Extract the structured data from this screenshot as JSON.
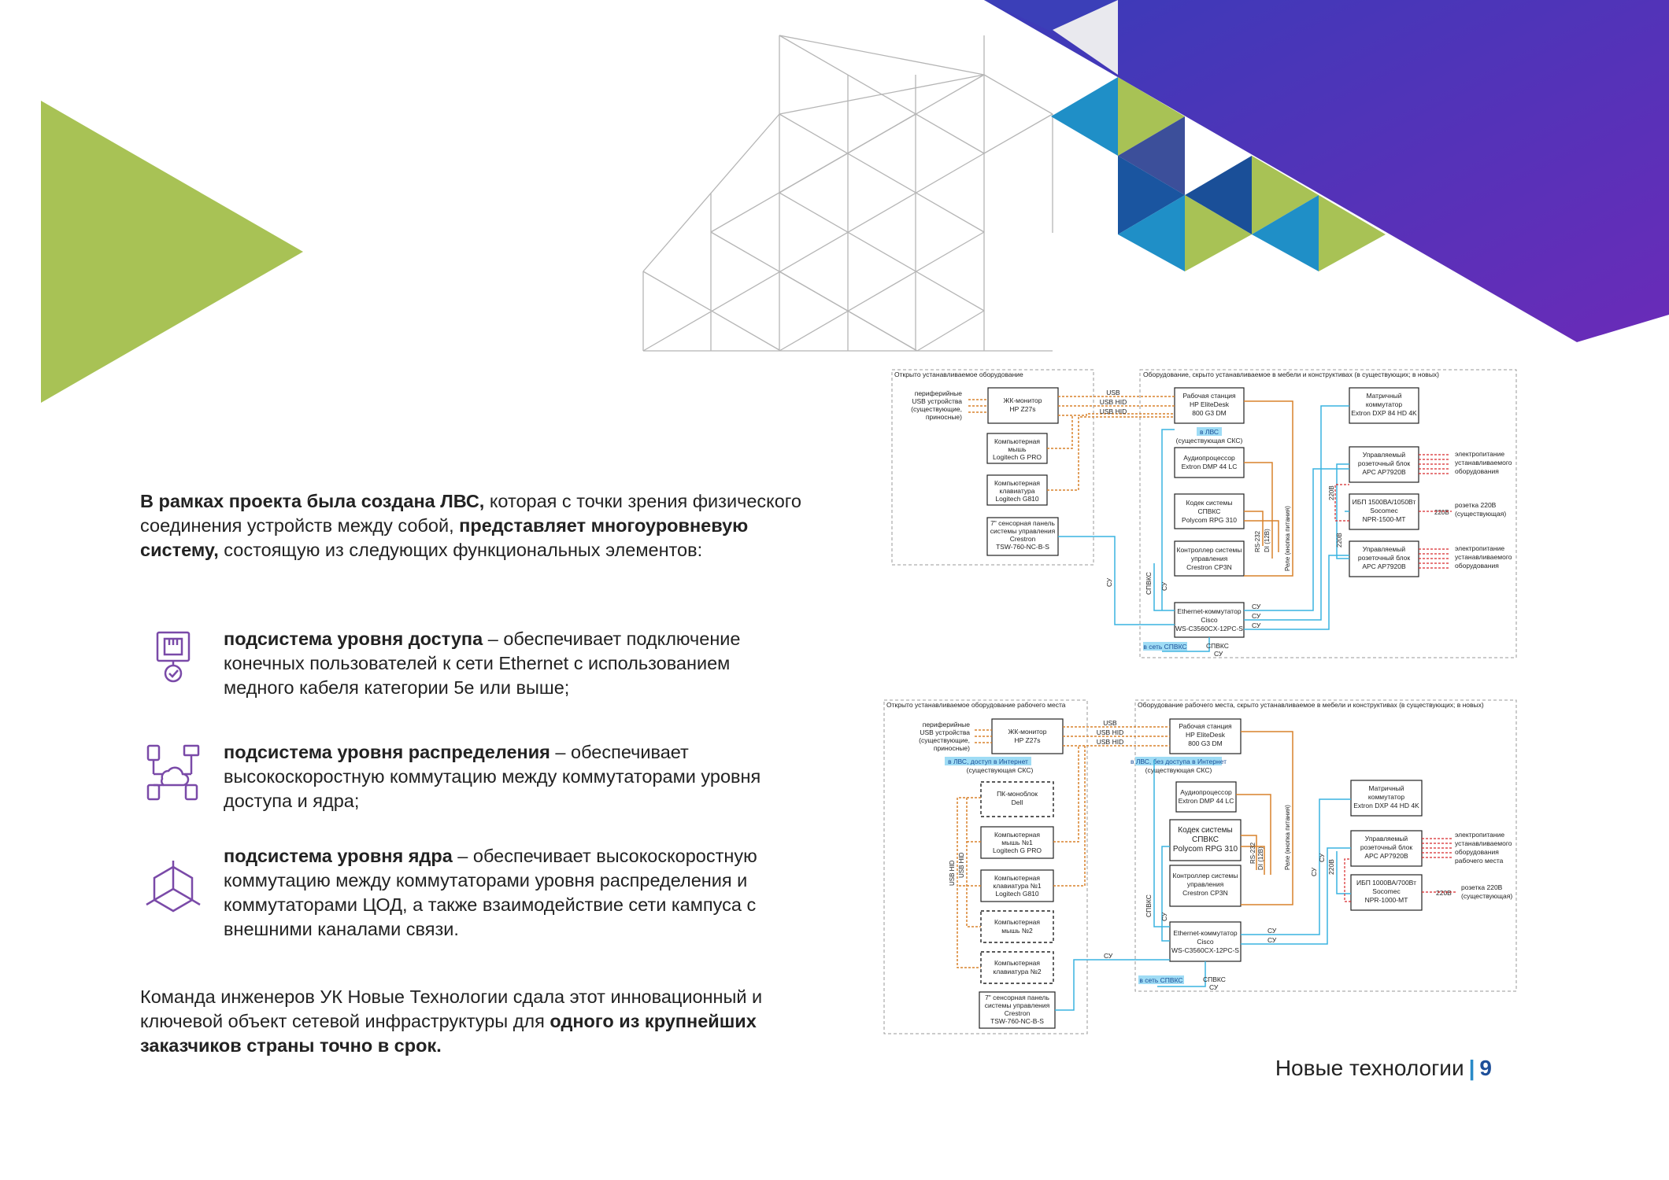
{
  "intro": {
    "lead_bold": "В рамках проекта была создана ЛВС,",
    "text1": " которая с точки зрения физического соединения устройств между собой, ",
    "bold2": "представляет многоуровневую систему,",
    "text2": " состоящую из следующих функциональных элементов:"
  },
  "subsystems": [
    {
      "title": "подсистема уровня доступа",
      "text": " – обеспечивает подключение конечных пользователей к сети Ethernet с использованием медного кабеля категории 5е или выше;",
      "icon": "access-device-icon"
    },
    {
      "title": "подсистема уровня распределения",
      "text": " – обеспечивает высокоскоростную коммутацию между коммутаторами уровня доступа и ядра;",
      "icon": "network-distribution-icon"
    },
    {
      "title": "подсистема уровня ядра",
      "text": " – обеспечивает высокоскоростную коммутацию между коммутаторами уровня распределения и коммутаторами ЦОД, а также взаимодействие сети кампуса с внешними каналами связи.",
      "icon": "core-cube-icon"
    }
  ],
  "outro": {
    "text": "Команда инженеров УК Новые Технологии сдала этот инновационный и ключевой объект сетевой инфраструктуры для ",
    "bold": "одного из крупнейших заказчиков страны точно в срок."
  },
  "footer": {
    "brand": "Новые технологии",
    "separator": "|",
    "page": "9"
  },
  "colors": {
    "green": "#a8c255",
    "purple": "#5b2bb5",
    "blue": "#1f8fc7",
    "navy": "#1a4f98",
    "icon_purple": "#7a4aa8",
    "wire_orange": "#d9822b",
    "wire_blue": "#3ab4e0",
    "wire_red": "#d8282a"
  },
  "diagram1": {
    "left_title": "Открыто устанавливаемое оборудование",
    "right_title": "Оборудование, скрыто устанавливаемое в мебели и конструктивах (в существующих; в новых)",
    "periph": [
      "периферийные",
      "USB устройства",
      "(существующие,",
      "приносные)"
    ],
    "monitor": [
      "ЖК-монитор",
      "HP Z27s"
    ],
    "mouse": [
      "Компьютерная",
      "мышь",
      "Logitech G PRO"
    ],
    "keyboard": [
      "Компьютерная",
      "клавиатура",
      "Logitech G810"
    ],
    "panel": [
      "7\" сенсорная панель",
      "системы управления",
      "Crestron",
      "TSW-760-NC-B-S"
    ],
    "ws": [
      "Рабочая станция",
      "HP EliteDesk",
      "800 G3 DM"
    ],
    "lan_tag": "в ЛВС",
    "lan_sub": "(существующая СКС)",
    "audio": [
      "Аудиопроцессор",
      "Extron DMP 44 LC"
    ],
    "codec": [
      "Кодек системы",
      "СПВКС",
      "Polycom RPG 310"
    ],
    "ctrl": [
      "Контроллер системы",
      "управления",
      "Crestron CP3N"
    ],
    "switch": [
      "Ethernet-коммутатор",
      "Cisco",
      "WS-C3560CX-12PC-S"
    ],
    "matrix": [
      "Матричный",
      "коммутатор",
      "Extron DXP 84 HD 4K"
    ],
    "pdu1": [
      "Управляемый",
      "розеточный блок",
      "APC AP7920B"
    ],
    "ups": [
      "ИБП 1500ВА/1050Вт",
      "Socomec",
      "NPR-1500-MT"
    ],
    "pdu2": [
      "Управляемый",
      "розеточный блок",
      "APC AP7920B"
    ],
    "power_note": [
      "электропитание",
      "устанавливаемого",
      "оборудования"
    ],
    "socket_note": [
      "розетка 220В",
      "(существующая)"
    ],
    "usb": "USB",
    "usb_hid": "USB HID",
    "su": "СУ",
    "spvks": "СПВКС",
    "rs232": "RS-232",
    "di12": "DI (12В)",
    "relay": "Реле (кнопка питания)",
    "v220": "220В",
    "net_spvks": "в сеть СПВКС"
  },
  "diagram2": {
    "left_title": "Открыто устанавливаемое оборудование рабочего места",
    "right_title": "Оборудование рабочего места, скрыто устанавливаемое в мебели и конструктивах (в существующих; в новых)",
    "periph": [
      "периферийные",
      "USB устройства",
      "(существующие,",
      "приносные)"
    ],
    "monitor": [
      "ЖК-монитор",
      "HP Z27s"
    ],
    "lan_left": "в ЛВС, доступ в Интернет",
    "lan_left_sub": "(существующая СКС)",
    "pc": [
      "ПК-моноблок",
      "Dell"
    ],
    "mouse1": [
      "Компьютерная",
      "мышь №1",
      "Logitech G PRO"
    ],
    "kb1": [
      "Компьютерная",
      "клавиатура №1",
      "Logitech G810"
    ],
    "mouse2": [
      "Компьютерная",
      "мышь №2"
    ],
    "kb2": [
      "Компьютерная",
      "клавиатура №2"
    ],
    "panel": [
      "7\" сенсорная панель",
      "системы управления",
      "Crestron",
      "TSW-760-NC-B-S"
    ],
    "ws": [
      "Рабочая станция",
      "HP EliteDesk",
      "800 G3 DM"
    ],
    "lan_right": "в ЛВС, без доступа в Интернет",
    "lan_right_sub": "(существующая СКС)",
    "audio": [
      "Аудиопроцессор",
      "Extron DMP 44 LC"
    ],
    "codec": [
      "Кодек системы",
      "СПВКС",
      "Polycom RPG 310"
    ],
    "ctrl": [
      "Контроллер системы",
      "управления",
      "Crestron CP3N"
    ],
    "switch": [
      "Ethernet-коммутатор",
      "Cisco",
      "WS-C3560CX-12PC-S"
    ],
    "matrix": [
      "Матричный",
      "коммутатор",
      "Extron DXP 44 HD 4K"
    ],
    "pdu": [
      "Управляемый",
      "розеточный блок",
      "APC AP7920B"
    ],
    "ups": [
      "ИБП 1000ВА/700Вт",
      "Socomec",
      "NPR-1000-MT"
    ],
    "power_note": [
      "электропитание",
      "устанавливаемого",
      "оборудования",
      "рабочего места"
    ],
    "socket_note": [
      "розетка 220В",
      "(существующая)"
    ],
    "usb": "USB",
    "usb_hid": "USB HID",
    "su": "СУ",
    "spvks": "СПВКС",
    "rs232": "RS-232",
    "di12": "DI (12В)",
    "relay": "Реле (кнопка питания)",
    "v220": "220В",
    "net_spvks": "в сеть СПВКС"
  }
}
